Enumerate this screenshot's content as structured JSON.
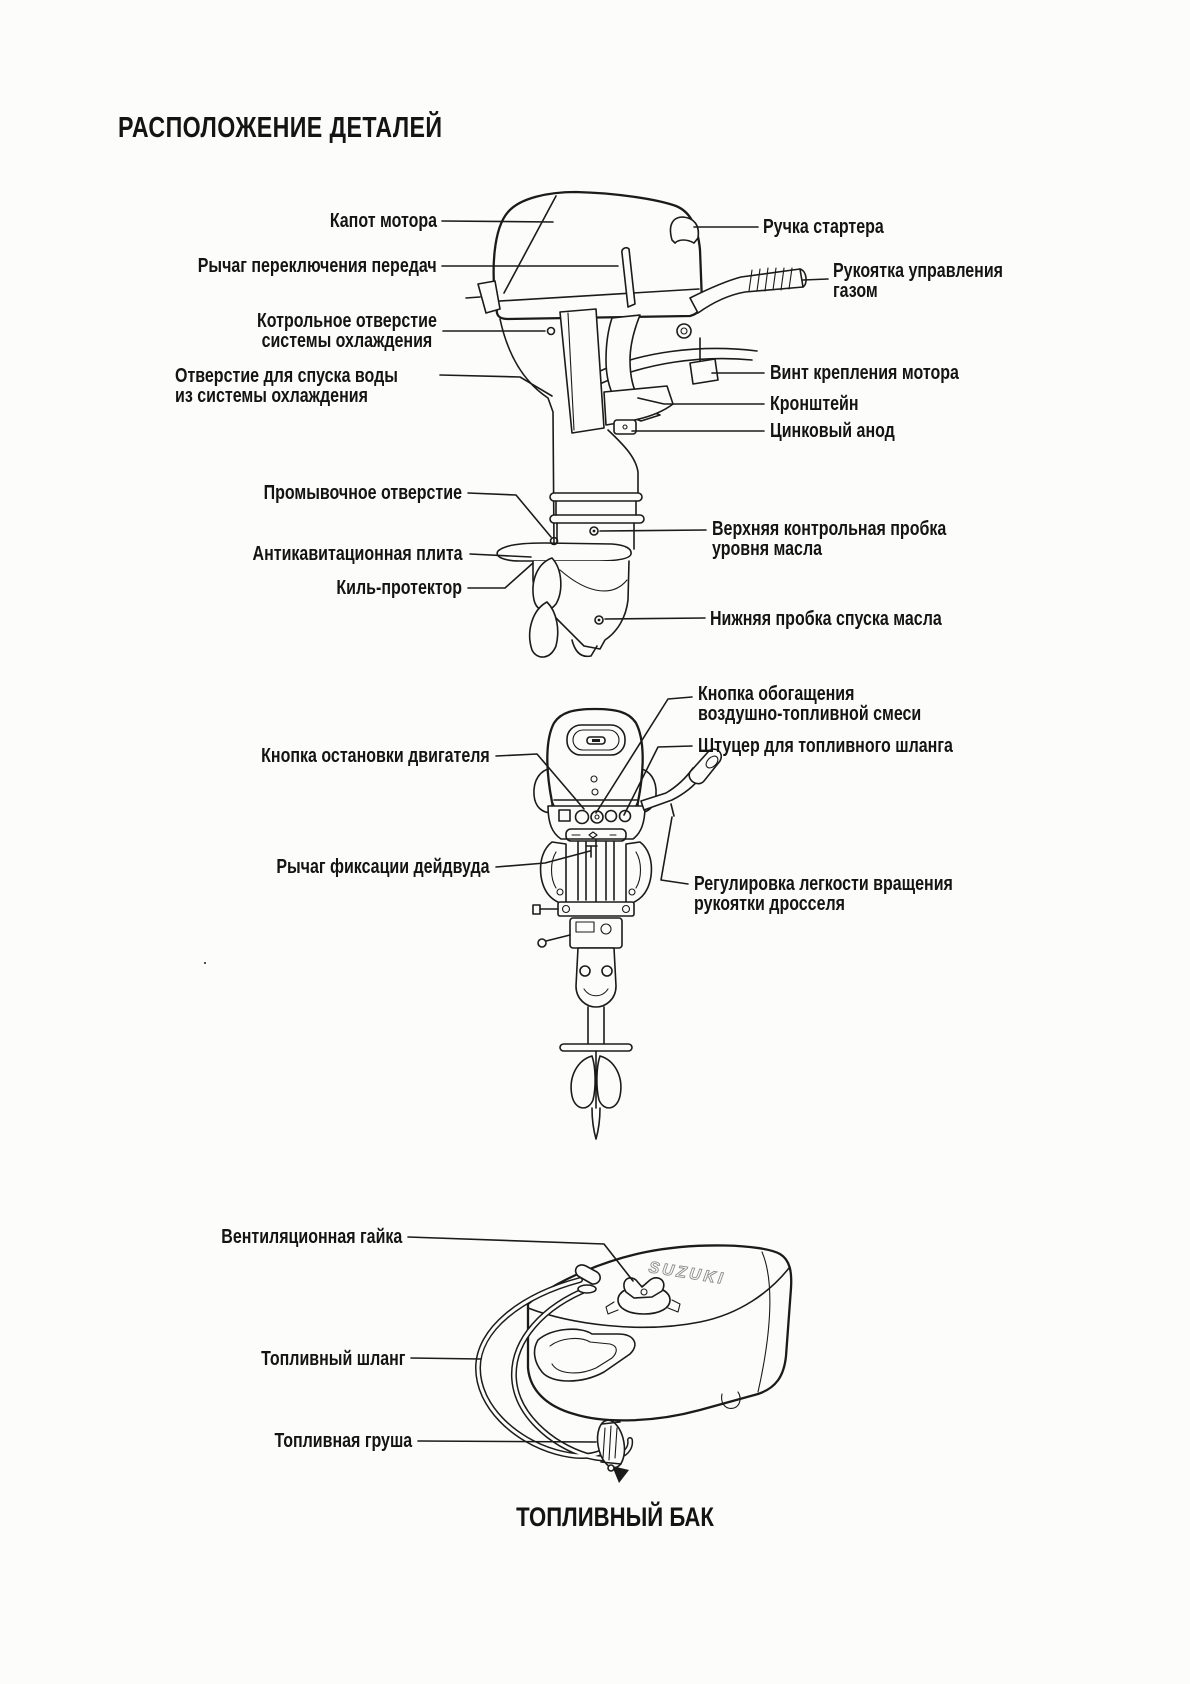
{
  "colors": {
    "paper": "#fcfcfa",
    "ink": "#1b1b1b"
  },
  "page": {
    "title": "РАСПОЛОЖЕНИЕ ДЕТАЛЕЙ"
  },
  "figures": {
    "motor_side": {
      "labels": {
        "kapot": "Капот мотора",
        "rychag_peredach": "Рычаг переключения передач",
        "kontrolnoe_otverstie": "Котрольное отверстие\nсистемы охлаждения",
        "otverstie_spuska": "Отверстие для спуска воды\nиз системы охлаждения",
        "promyvochnoe": "Промывочное отверстие",
        "antikavitatsionnaya": "Антикавитационная плита",
        "kil_protektor": "Киль-протектор",
        "ruchka_startera": "Ручка стартера",
        "rukoyatka_gaza": "Рукоятка управления\nгазом",
        "vint_krepleniya": "Винт крепления мотора",
        "kronshtein": "Кронштейн",
        "tsinkovy_anod": "Цинковый анод",
        "verkhnyaya_probka": "Верхняя контрольная пробка\nуровня масла",
        "nizhnyaya_probka": "Нижняя пробка спуска масла"
      }
    },
    "motor_rear": {
      "labels": {
        "knopka_obogashcheniya": "Кнопка обогащения\nвоздушно-топливной смеси",
        "shtutser": "Штуцер для топливного шланга",
        "knopka_ostanovki": "Кнопка остановки двигателя",
        "rychag_fiksatsii": "Рычаг фиксации дейдвуда",
        "regulirovka": "Регулировка легкости вращения\nрукоятки дросселя"
      }
    },
    "fuel_tank": {
      "labels": {
        "ventilyatsionnaya_gaika": "Вентиляционная гайка",
        "toplivny_shlang": "Топливный шланг",
        "toplivnaya_grusha": "Топливная груша"
      },
      "caption": "ТОПЛИВНЫЙ БАК",
      "embossed_brand": "SUZUKI"
    }
  }
}
